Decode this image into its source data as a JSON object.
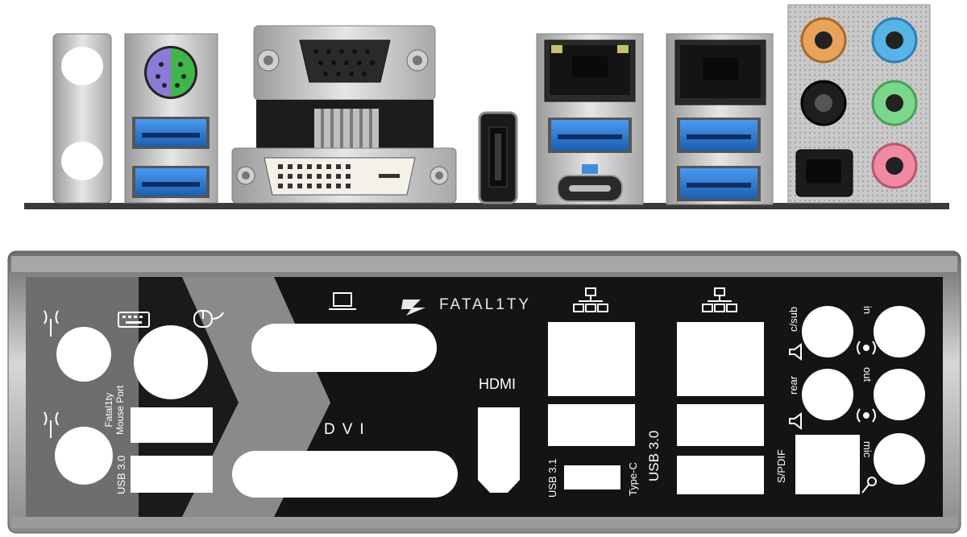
{
  "shield": {
    "brand": "FATAL1TY",
    "labels": {
      "dvi": "DVI",
      "hdmi": "HDMI",
      "usb30_left": "USB 3.0",
      "fatal1ty_mouse_port": "Fatal1ty\nMouse Port",
      "usb31": "USB 3.1",
      "type_c": "Type-C",
      "usb30_right": "USB 3.0",
      "c_sub": "c/sub",
      "in": "in",
      "rear": "rear",
      "out": "out",
      "mic": "mic",
      "spdif": "S/PDIF"
    }
  },
  "icons": [
    "wifi-antenna-icon",
    "keyboard-icon",
    "mouse-icon",
    "monitor-icon",
    "network-icon",
    "speaker-icon",
    "microphone-icon",
    "audio-wave-icon"
  ],
  "colors": {
    "usb3_blue": "#2f7fd6",
    "ps2_purple": "#8c7ad8",
    "ps2_green": "#3fb54a",
    "audio_orange": "#e9a25a",
    "audio_blue": "#58b4e6",
    "audio_green": "#7cd68c",
    "audio_pink": "#ef8aa2",
    "shield_dark": "#141414",
    "shield_grey": "#6e6e6e"
  }
}
